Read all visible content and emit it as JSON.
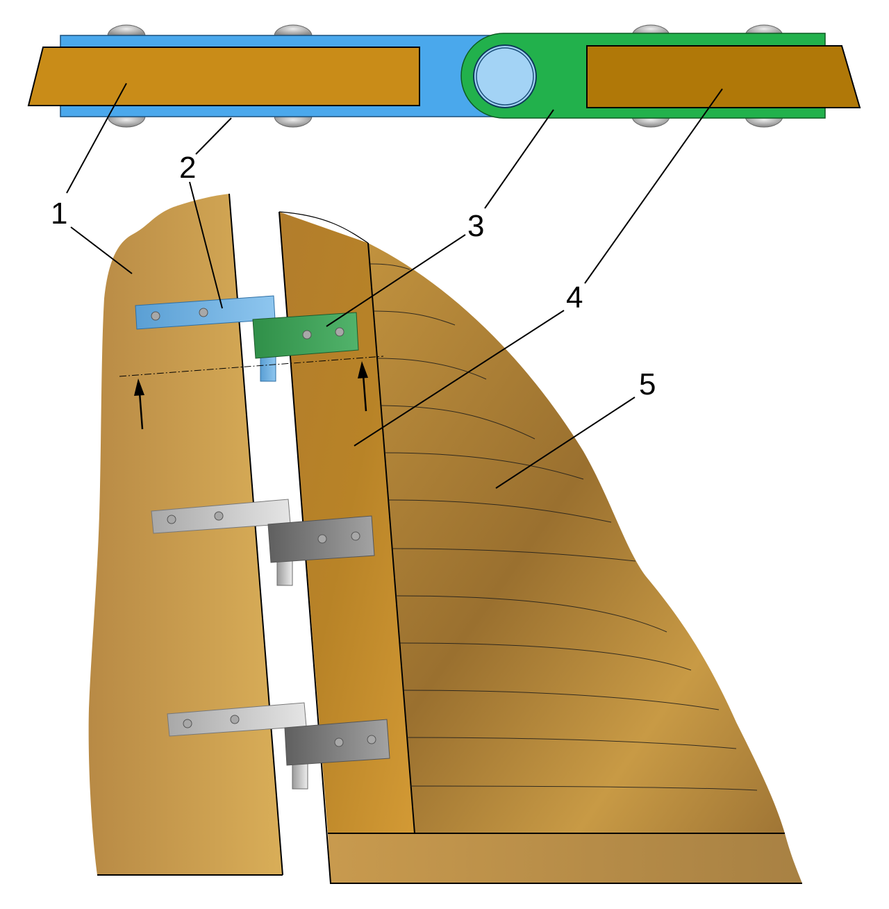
{
  "diagram": {
    "callouts": [
      {
        "id": "1",
        "text": "1"
      },
      {
        "id": "2",
        "text": "2"
      },
      {
        "id": "3",
        "text": "3"
      },
      {
        "id": "4",
        "text": "4"
      },
      {
        "id": "5",
        "text": "5"
      }
    ],
    "colors": {
      "plank_left": "#c98c18",
      "plank_right": "#b07808",
      "blue_strap": "#4aa8ec",
      "blue_pin": "#a3d3f5",
      "green_strap": "#22b14c",
      "ground_wood_light": "#d7ae56",
      "ground_wood_mid": "#c08c3a",
      "ground_wood_dark": "#9a7030",
      "blue_hinge_small": "#5a9fd4",
      "green_hinge_small": "#3f9b57",
      "grey_hinge_light": "#b7b7b7",
      "grey_hinge_dark": "#7a7a7a"
    }
  }
}
